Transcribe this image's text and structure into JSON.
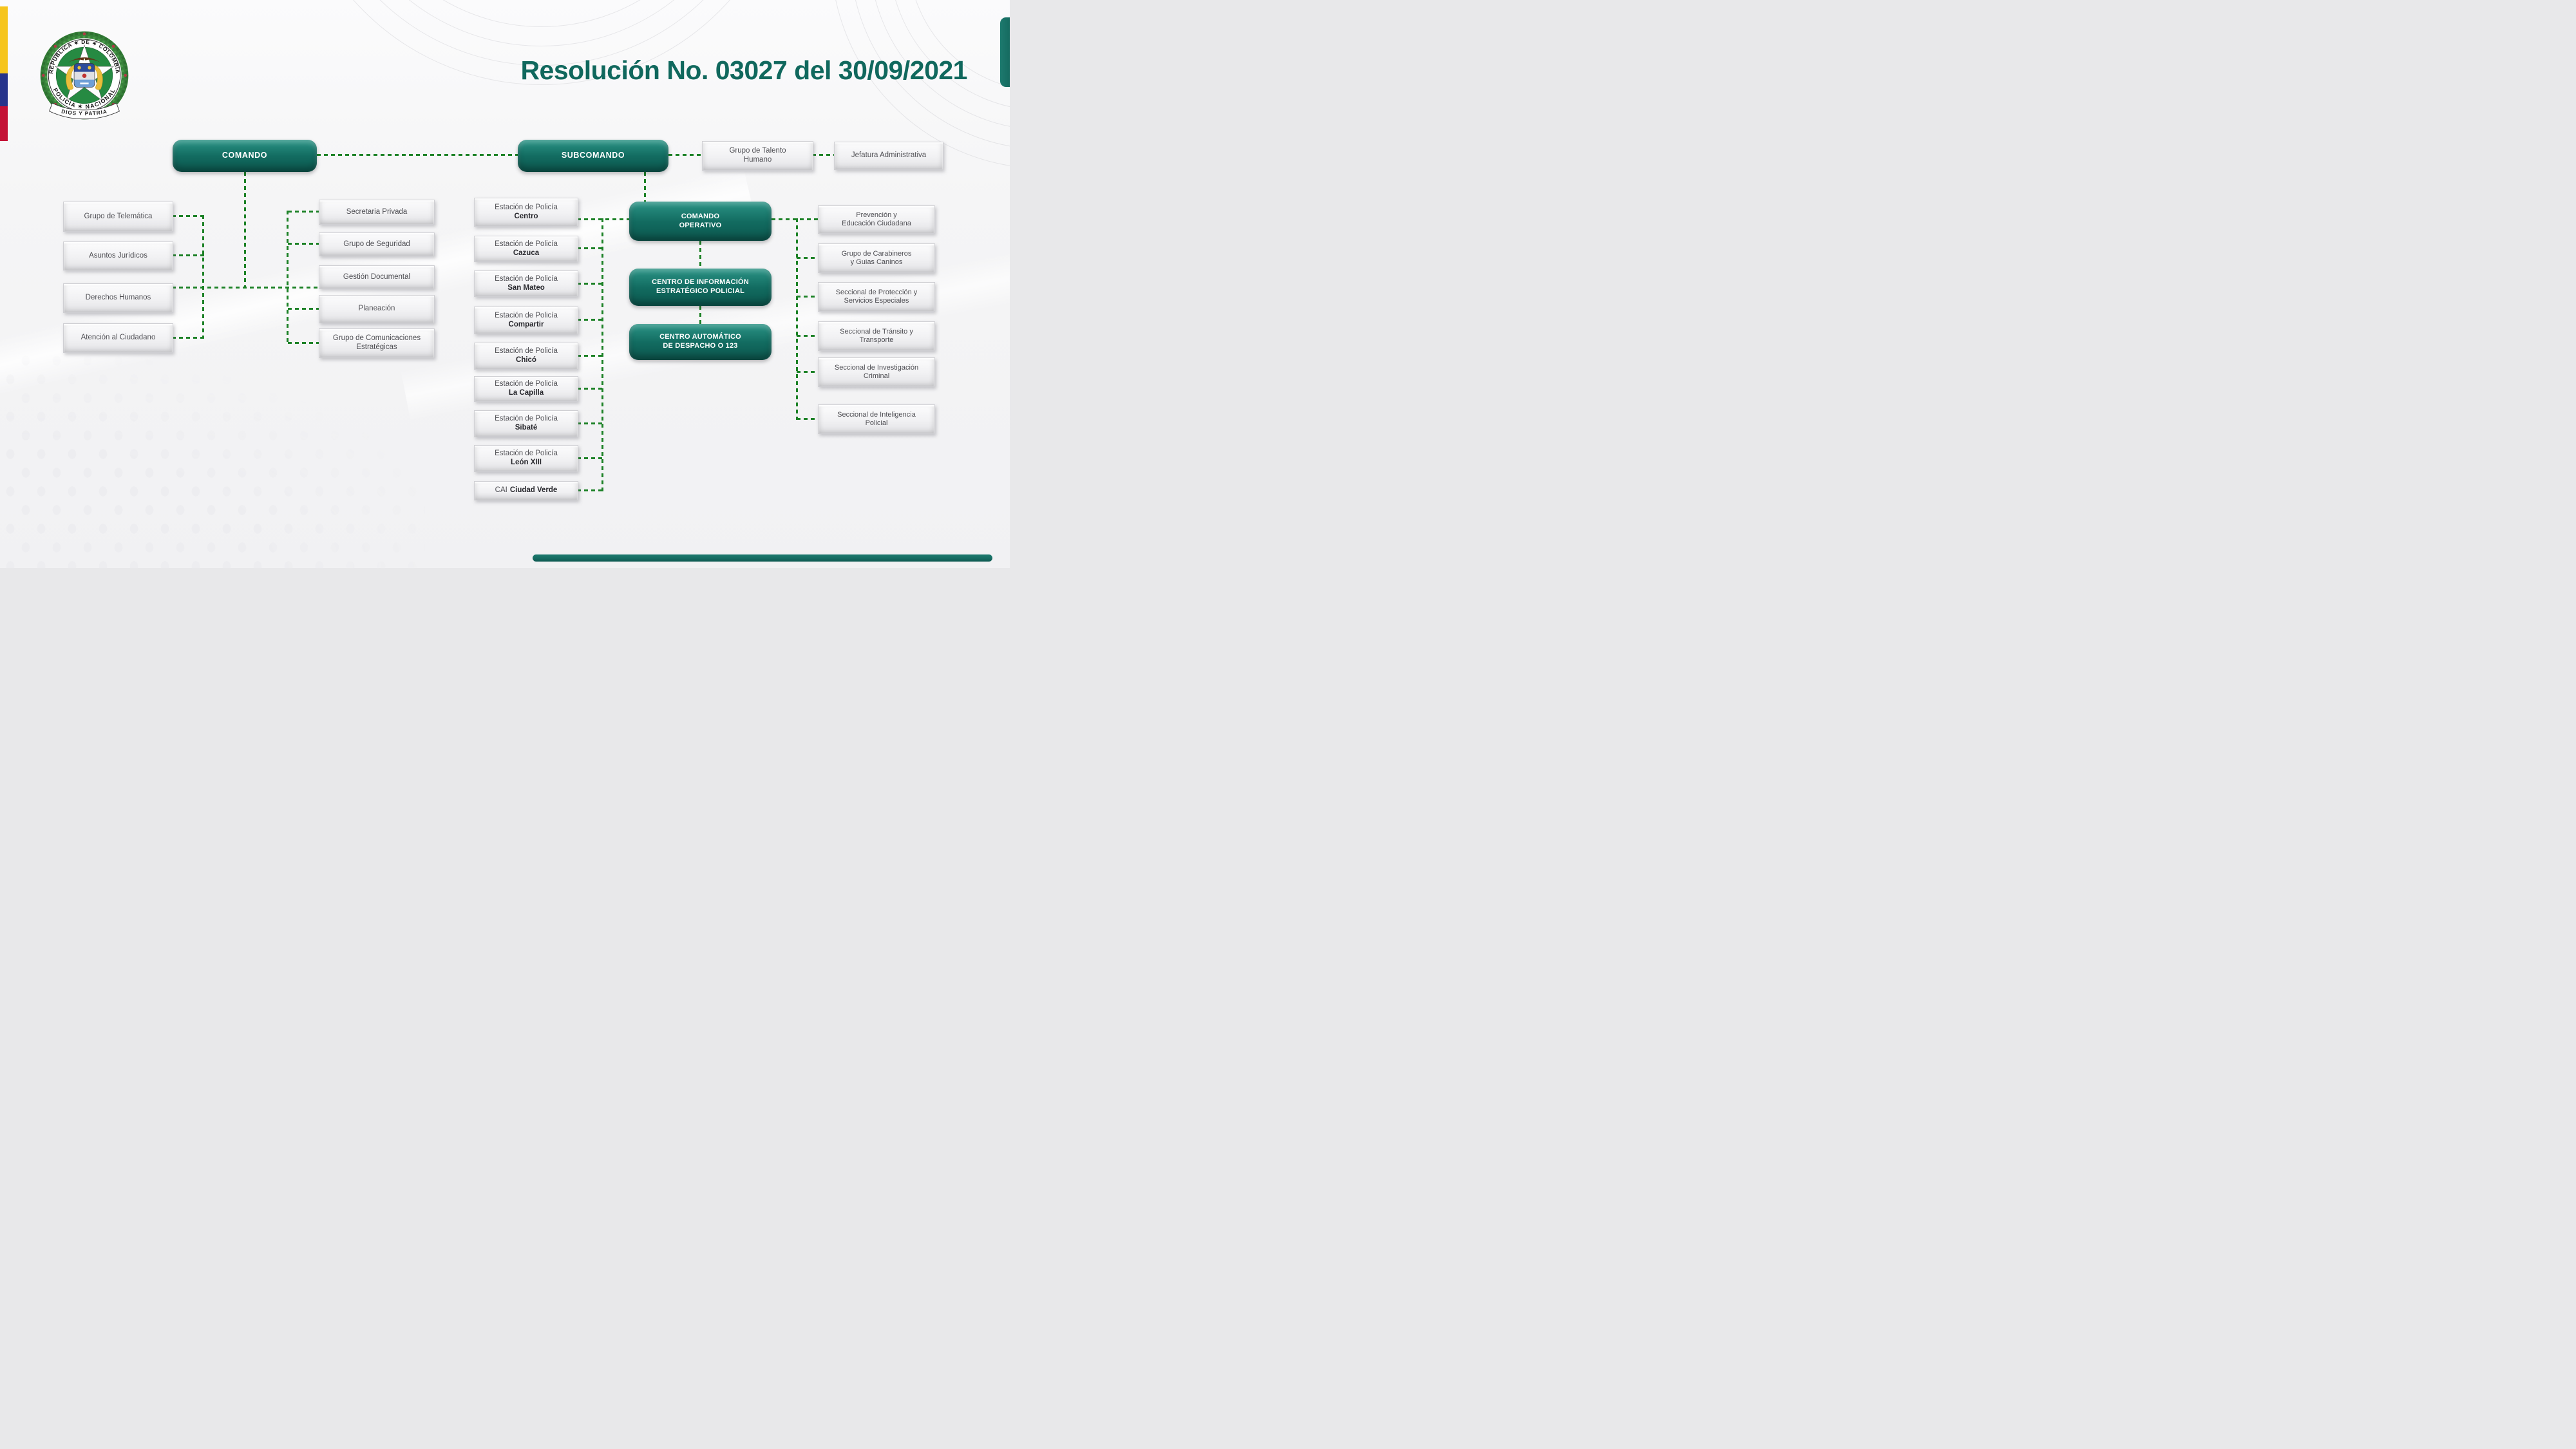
{
  "slide": {
    "title": "Resolución No. 03027 del 30/09/2021"
  },
  "emblem": {
    "ring_top_text": "REPÚBLICA ✶ DE ✶ COLOMBIA",
    "ring_bottom_text": "POLICÍA ✶ NACIONAL",
    "ribbon_text": "DIOS Y PATRIA"
  },
  "colors": {
    "teal_top": "#2b9486",
    "teal_mid": "#126b60",
    "teal_bottom": "#0c574e",
    "green": "#1c8126",
    "title_color": "#10685d",
    "flag_yellow": "#f6c51c",
    "flag_blue": "#27348b",
    "flag_red": "#c41236",
    "box_border": "#cfcfd3",
    "bar_teal": "#156a60"
  },
  "org": {
    "comando": "COMANDO",
    "subcomando": "SUBCOMANDO",
    "talento_humano": "Grupo de Talento\nHumano",
    "jefatura": "Jefatura Administrativa",
    "left_column": [
      "Grupo de Telemática",
      "Asuntos Jurídicos",
      "Derechos Humanos",
      "Atención al Ciudadano"
    ],
    "middle_column": [
      "Secretaria Privada",
      "Grupo de Seguridad",
      "Gestión Documental",
      "Planeación",
      "Grupo de Comunicaciones\nEstratégicas"
    ],
    "comando_operativo": "COMANDO\nOPERATIVO",
    "centro_informacion": "CENTRO DE INFORMACIÓN\nESTRATÉGICO POLICIAL",
    "centro_despacho": "CENTRO AUTOMÁTICO\nDE DESPACHO O 123",
    "stations": [
      {
        "prefix": "Estación de Policía",
        "name": "Centro"
      },
      {
        "prefix": "Estación de Policía",
        "name": "Cazuca"
      },
      {
        "prefix": "Estación de Policía",
        "name": "San Mateo"
      },
      {
        "prefix": "Estación de Policía",
        "name": "Compartir"
      },
      {
        "prefix": "Estación de Policía",
        "name": "Chicó"
      },
      {
        "prefix": "Estación de Policía",
        "name": "La Capilla"
      },
      {
        "prefix": "Estación de Policía",
        "name": "Sibaté"
      },
      {
        "prefix": "Estación de Policía",
        "name": "León XIII"
      },
      {
        "prefix": "CAI",
        "name": "Ciudad Verde"
      }
    ],
    "right_column": [
      "Prevención y\nEducación Ciudadana",
      "Grupo de Carabineros\ny Guias Caninos",
      "Seccional de Protección y\nServicios Especiales",
      "Seccional de Tránsito y\nTransporte",
      "Seccional de Investigación\nCriminal",
      "Seccional de Inteligencia\nPolicial"
    ]
  }
}
